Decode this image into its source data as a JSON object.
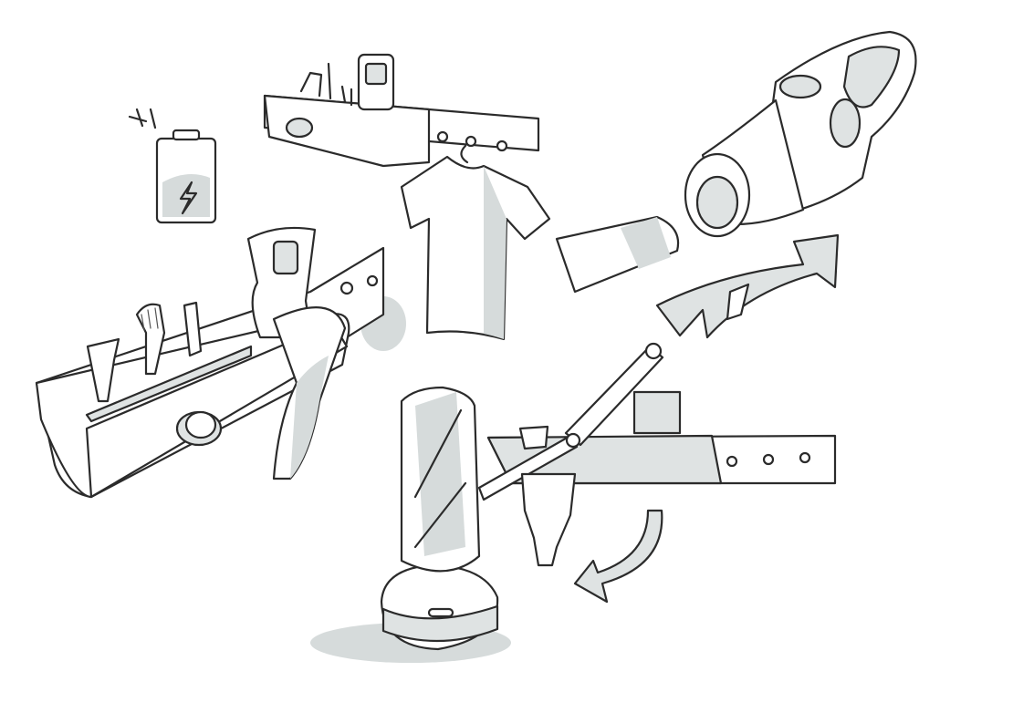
{
  "canvas": {
    "background": "#ffffff"
  },
  "palette": {
    "line": "#2b2b2b",
    "shade": "#dfe3e3",
    "shadow": "#d6dbdb"
  },
  "sketches": [
    {
      "name": "battery-charging-icon"
    },
    {
      "name": "wall-rack-small"
    },
    {
      "name": "t-shirt-on-hook"
    },
    {
      "name": "handheld-vacuum-exploded"
    },
    {
      "name": "rotation-arrow-up"
    },
    {
      "name": "wall-rack-large-with-attachments"
    },
    {
      "name": "upright-vacuum-dock"
    },
    {
      "name": "folding-arm-rack"
    },
    {
      "name": "rotation-arrow-down"
    }
  ]
}
